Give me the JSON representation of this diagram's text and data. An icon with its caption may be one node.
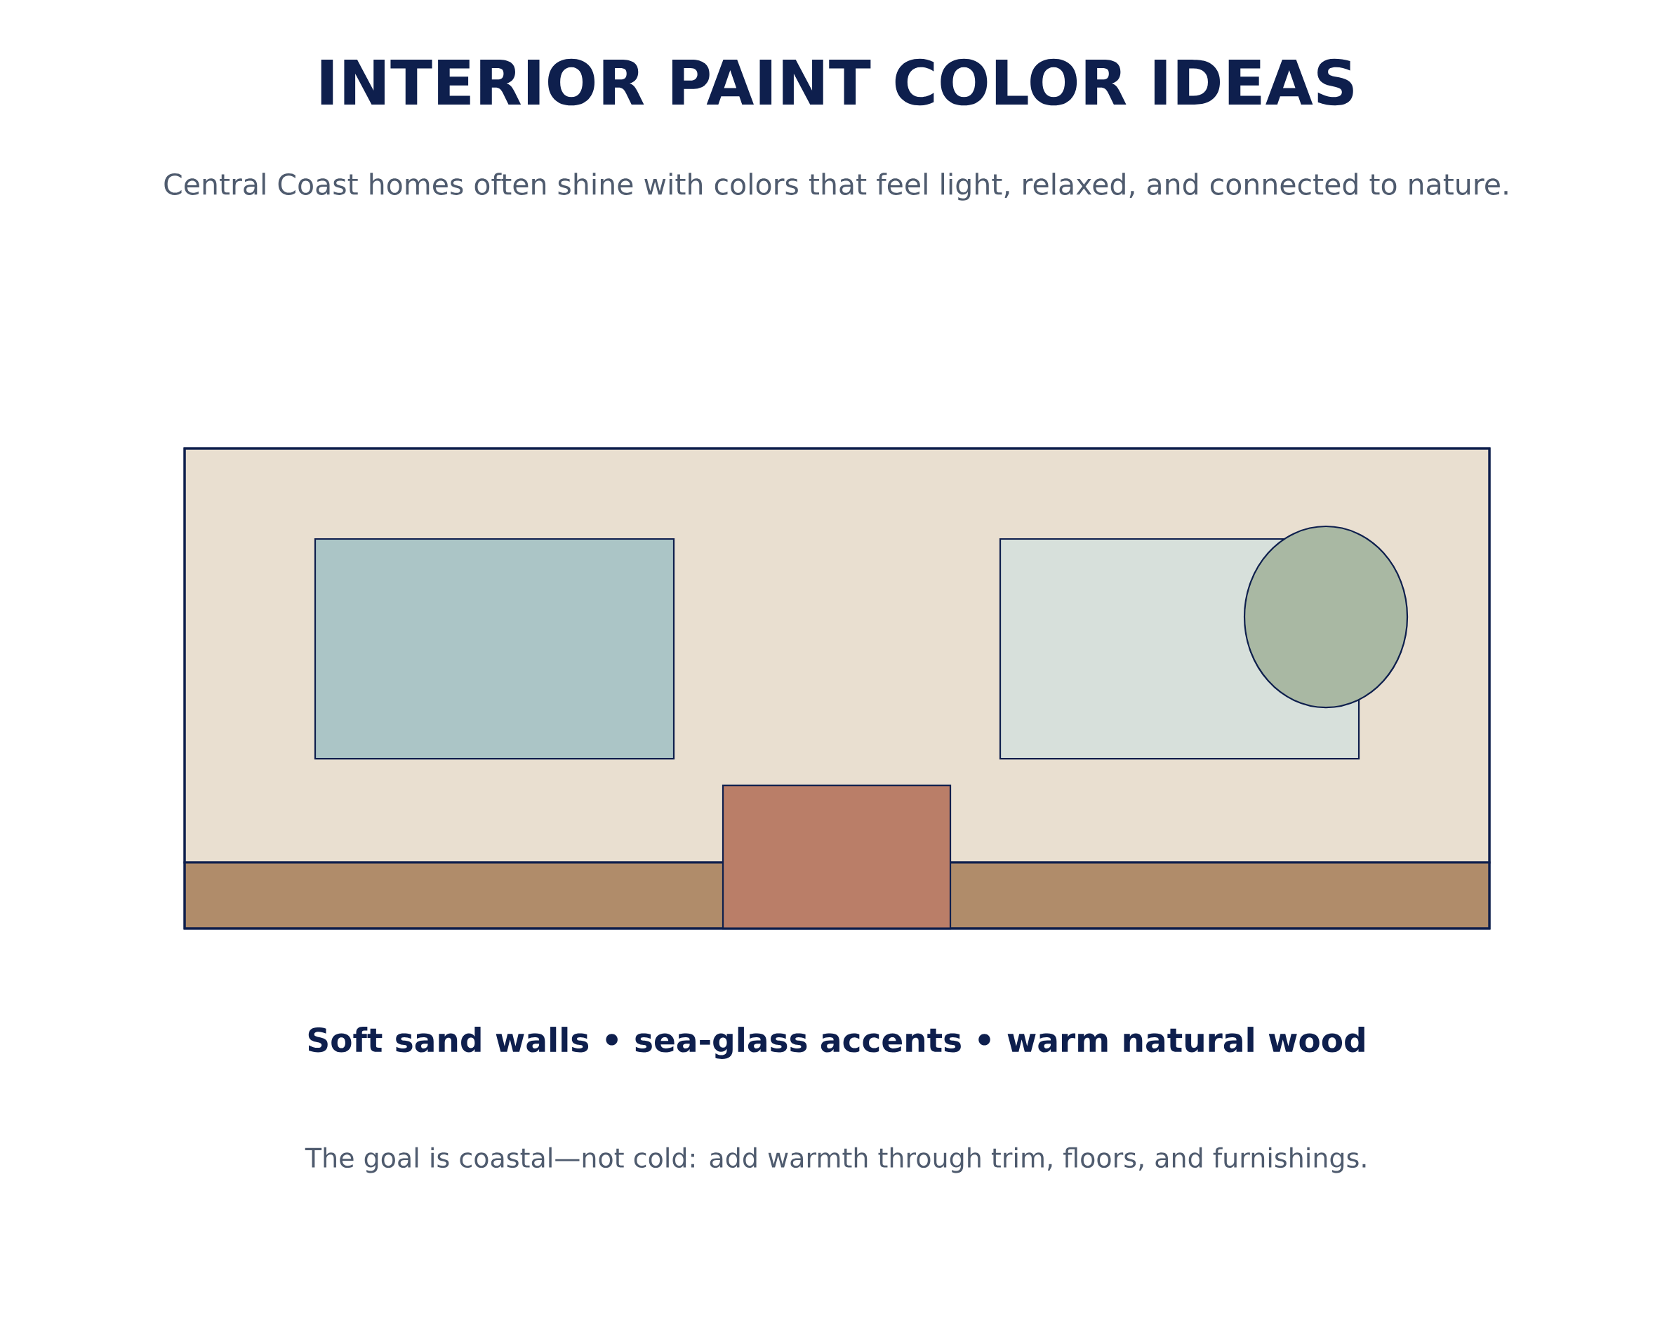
{
  "diagram": {
    "title": "INTERIOR PAINT COLOR IDEAS",
    "labels": [
      "Central Coast homes often shine with colors that feel light, relaxed, and connected to nature.",
      "Soft sand walls • sea-glass accents • warm natural wood",
      "The goal is coastal—not cold: add warmth through trim, floors, and furnishings."
    ]
  }
}
